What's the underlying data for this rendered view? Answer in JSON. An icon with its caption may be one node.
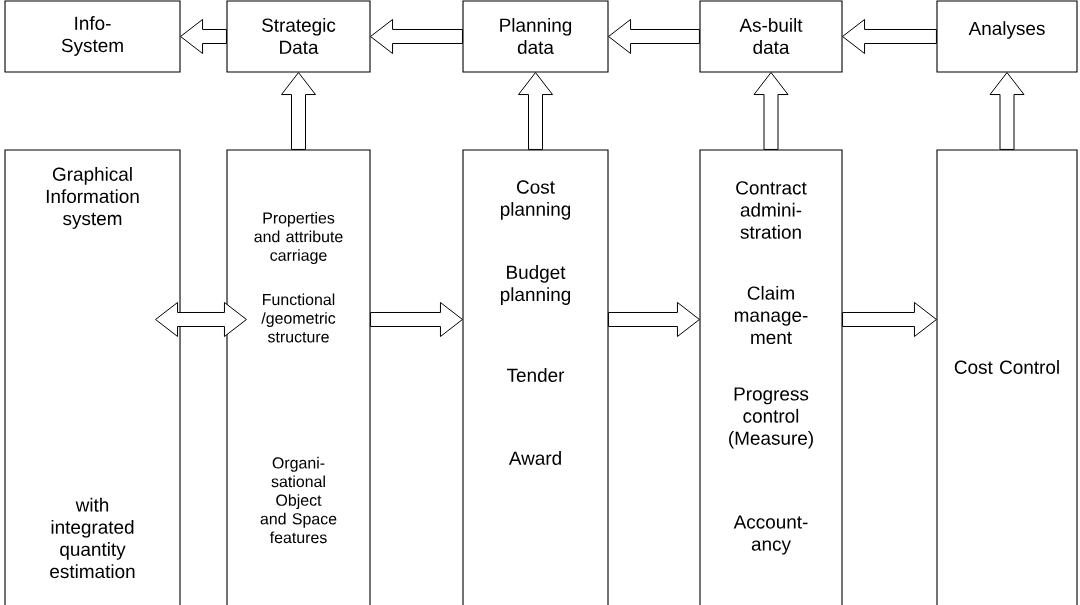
{
  "diagram": {
    "nodes": [
      {
        "text": [
          "Info-System"
        ]
      },
      {
        "text": [
          "Strategic Data"
        ]
      },
      {
        "text": [
          "Planning data"
        ]
      },
      {
        "text": [
          "As-built data"
        ]
      },
      {
        "text": [
          "Analyses"
        ]
      },
      {
        "text": [
          "Graphical Information system",
          "with integrated quantity estimation"
        ]
      },
      {
        "text": [
          "Properties and attribute carriage",
          "Functional /geometric structure",
          "Organi-sational Object and Space features"
        ]
      },
      {
        "text": [
          "Cost planning",
          "Budget planning",
          "Tender",
          "Award"
        ]
      },
      {
        "text": [
          "Contract admini-stration",
          "Claim manage-ment",
          "Progress control (Measure)",
          "Account-ancy"
        ]
      },
      {
        "text": [
          "Cost Control"
        ]
      }
    ],
    "edges": [
      {
        "from": 1,
        "to": 0,
        "arrow": "to"
      },
      {
        "from": 2,
        "to": 1,
        "arrow": "to"
      },
      {
        "from": 3,
        "to": 2,
        "arrow": "to"
      },
      {
        "from": 4,
        "to": 3,
        "arrow": "to"
      },
      {
        "from": 6,
        "to": 1,
        "arrow": "to"
      },
      {
        "from": 7,
        "to": 2,
        "arrow": "to"
      },
      {
        "from": 8,
        "to": 3,
        "arrow": "to"
      },
      {
        "from": 9,
        "to": 4,
        "arrow": "to"
      },
      {
        "from": 5,
        "to": 6,
        "arrow": "both"
      },
      {
        "from": 6,
        "to": 7,
        "arrow": "to"
      },
      {
        "from": 7,
        "to": 8,
        "arrow": "to"
      },
      {
        "from": 8,
        "to": 9,
        "arrow": "to"
      }
    ]
  }
}
